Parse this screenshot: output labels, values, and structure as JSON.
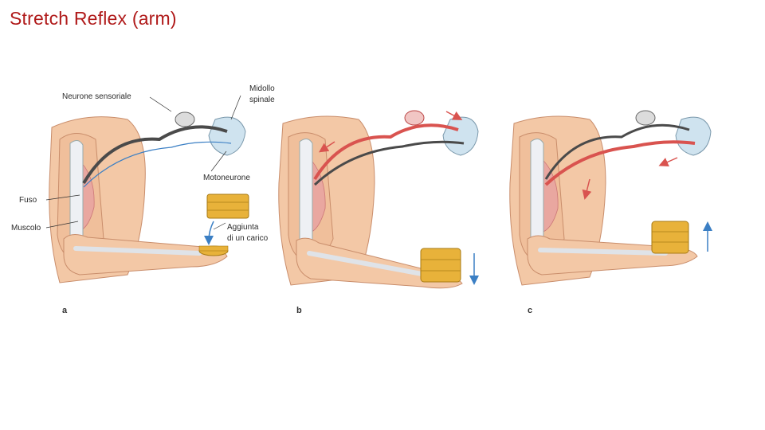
{
  "slide": {
    "title": "Stretch Reflex (arm)"
  },
  "labels": {
    "sensory_neuron": "Neurone sensoriale",
    "spinal_cord_1": "Midollo",
    "spinal_cord_2": "spinale",
    "motor_neuron": "Motoneurone",
    "spindle": "Fuso",
    "muscle": "Muscolo",
    "load_1": "Aggiunta",
    "load_2": "di un carico"
  },
  "panels": [
    {
      "letter": "a"
    },
    {
      "letter": "b"
    },
    {
      "letter": "c"
    }
  ],
  "colors": {
    "title": "#b01a1a",
    "skin": "#f3c8a6",
    "skin_shade": "#e3a987",
    "bone": "#eef0f4",
    "muscle": "#e9a7a0",
    "nerve_inactive": "#4a4a4a",
    "nerve_active": "#d9534f",
    "spinal": "#cfe3ef",
    "weight": "#e8b23a",
    "arrow": "#3b7fc4"
  }
}
